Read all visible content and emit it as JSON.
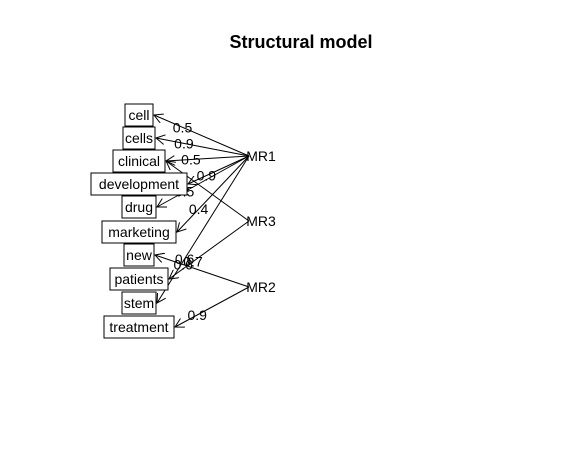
{
  "title": "Structural model",
  "observed": [
    {
      "id": "cell",
      "label": "cell"
    },
    {
      "id": "cells",
      "label": "cells"
    },
    {
      "id": "clinical",
      "label": "clinical"
    },
    {
      "id": "development",
      "label": "development"
    },
    {
      "id": "drug",
      "label": "drug"
    },
    {
      "id": "marketing",
      "label": "marketing"
    },
    {
      "id": "new",
      "label": "new"
    },
    {
      "id": "patients",
      "label": "patients"
    },
    {
      "id": "stem",
      "label": "stem"
    },
    {
      "id": "treatment",
      "label": "treatment"
    }
  ],
  "factors": [
    {
      "id": "MR1",
      "label": "MR1"
    },
    {
      "id": "MR3",
      "label": "MR3"
    },
    {
      "id": "MR2",
      "label": "MR2"
    }
  ],
  "edges": [
    {
      "from": "MR1",
      "to": "cell",
      "label": "0.5"
    },
    {
      "from": "MR1",
      "to": "cells",
      "label": "0.9"
    },
    {
      "from": "MR1",
      "to": "clinical",
      "label": "0.5"
    },
    {
      "from": "MR1",
      "to": "development",
      "label": "0.9"
    },
    {
      "from": "MR1",
      "to": "drug",
      "label": "0.5"
    },
    {
      "from": "MR1",
      "to": "marketing",
      "label": "0.4"
    },
    {
      "from": "MR1",
      "to": "stem",
      "label": "0.6"
    },
    {
      "from": "MR3",
      "to": "clinical",
      "label": ""
    },
    {
      "from": "MR3",
      "to": "patients",
      "label": "0.7"
    },
    {
      "from": "MR2",
      "to": "new",
      "label": "0.6"
    },
    {
      "from": "MR2",
      "to": "treatment",
      "label": "0.9"
    }
  ]
}
